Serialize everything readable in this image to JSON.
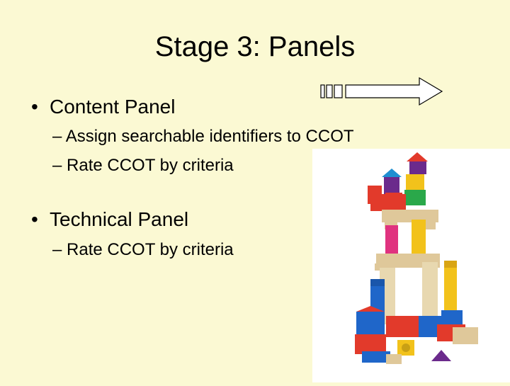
{
  "slide": {
    "title": "Stage 3: Panels",
    "bullets": [
      {
        "marker": "•",
        "text": "Content Panel",
        "subitems": [
          {
            "marker": "–",
            "text": "Assign searchable identifiers to CCOT"
          },
          {
            "marker": "–",
            "text": "Rate CCOT by criteria"
          }
        ]
      },
      {
        "marker": "•",
        "text": "Technical Panel",
        "subitems": [
          {
            "marker": "–",
            "text": "Rate CCOT by criteria"
          }
        ]
      }
    ]
  },
  "graphics": {
    "arrow_icon": "block-arrow-right-icon",
    "image": "building-blocks-tower-photo"
  },
  "colors": {
    "background": "#fbf9d3",
    "text": "#000000",
    "block_red": "#e23a2b",
    "block_blue": "#1f66c9",
    "block_yellow": "#f2c21b",
    "block_green": "#2aa84a",
    "block_purple": "#6b2a8c",
    "block_pink": "#e0337f",
    "block_wood": "#dfc89a"
  }
}
